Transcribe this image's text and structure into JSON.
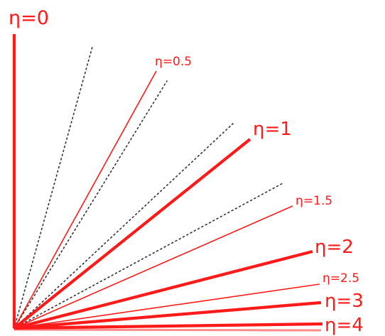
{
  "colors": {
    "background": "#ffffff",
    "ray": "#ff1a1a",
    "guide": "#333333"
  },
  "rays": [
    {
      "label": "η=0",
      "eta": 0,
      "weight": "thick"
    },
    {
      "label": "η=0.5",
      "eta": 0.5,
      "weight": "thin"
    },
    {
      "label": "η=1",
      "eta": 1,
      "weight": "thick"
    },
    {
      "label": "η=1.5",
      "eta": 1.5,
      "weight": "thin"
    },
    {
      "label": "η=2",
      "eta": 2,
      "weight": "thick"
    },
    {
      "label": "η=2.5",
      "eta": 2.5,
      "weight": "thin"
    },
    {
      "label": "η=3",
      "eta": 3,
      "weight": "thick"
    },
    {
      "label": "η=4",
      "eta": 4,
      "weight": "thick"
    }
  ],
  "guide_lines": 4
}
